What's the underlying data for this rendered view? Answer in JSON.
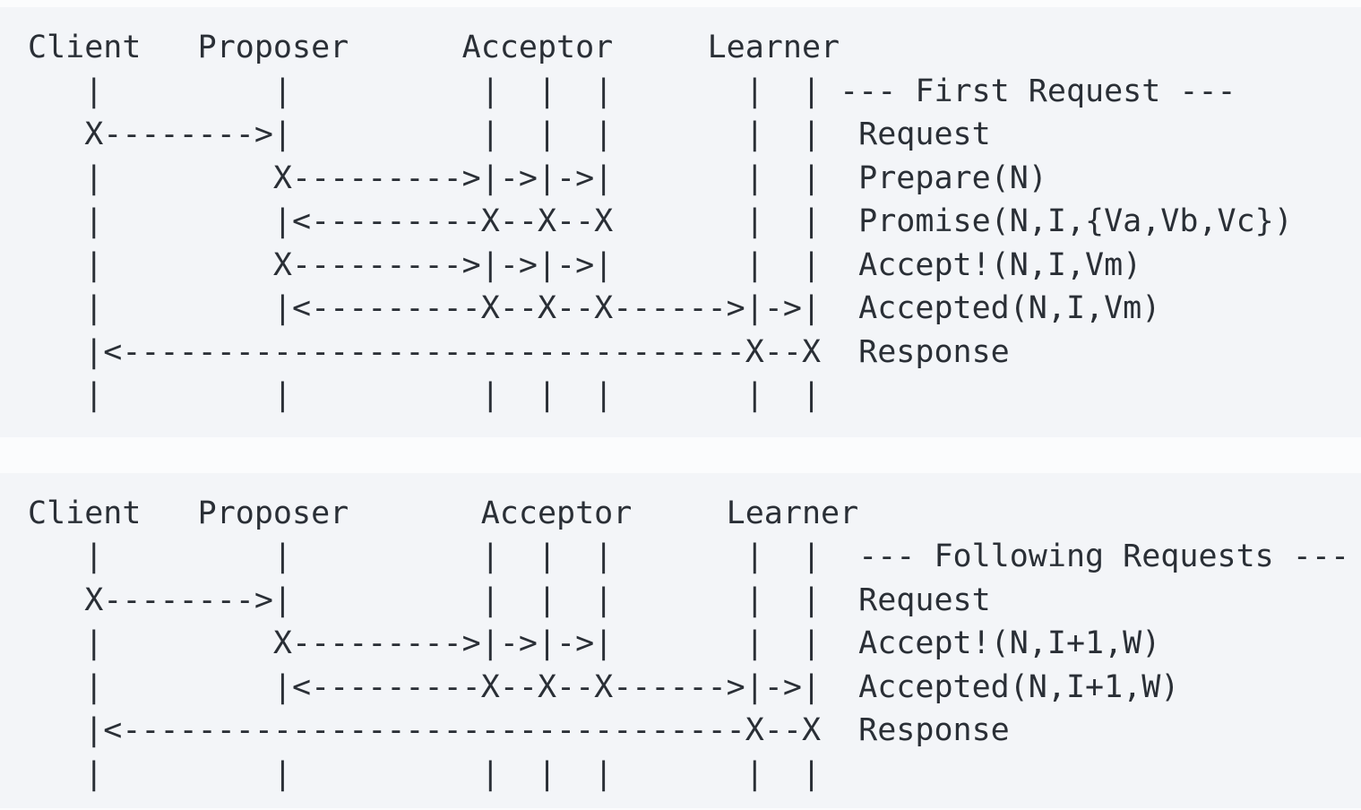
{
  "colors": {
    "page_background": "#fbfcfd",
    "block_background": "#f3f5f8",
    "text": "#2a2f36"
  },
  "diagrams": [
    {
      "id": "first-request",
      "section_label": "--- First Request ---",
      "participants": [
        "Client",
        "Proposer",
        "Acceptor",
        "Learner"
      ],
      "acceptor_lifelines": 3,
      "learner_lifelines": 2,
      "messages": [
        "Request",
        "Prepare(N)",
        "Promise(N,I,{Va,Vb,Vc})",
        "Accept!(N,I,Vm)",
        "Accepted(N,I,Vm)",
        "Response"
      ],
      "ascii": "Client   Proposer      Acceptor     Learner\n   |         |          |  |  |       |  | --- First Request ---\n   X-------->|          |  |  |       |  |  Request\n   |         X--------->|->|->|       |  |  Prepare(N)\n   |         |<---------X--X--X       |  |  Promise(N,I,{Va,Vb,Vc})\n   |         X--------->|->|->|       |  |  Accept!(N,I,Vm)\n   |         |<---------X--X--X------>|->|  Accepted(N,I,Vm)\n   |<---------------------------------X--X  Response\n   |         |          |  |  |       |  |"
    },
    {
      "id": "following-requests",
      "section_label": "--- Following Requests ---",
      "participants": [
        "Client",
        "Proposer",
        "Acceptor",
        "Learner"
      ],
      "acceptor_lifelines": 3,
      "learner_lifelines": 2,
      "messages": [
        "Request",
        "Accept!(N,I+1,W)",
        "Accepted(N,I+1,W)",
        "Response"
      ],
      "ascii": "Client   Proposer       Acceptor     Learner\n   |         |          |  |  |       |  |  --- Following Requests ---\n   X-------->|          |  |  |       |  |  Request\n   |         X--------->|->|->|       |  |  Accept!(N,I+1,W)\n   |         |<---------X--X--X------>|->|  Accepted(N,I+1,W)\n   |<---------------------------------X--X  Response\n   |         |          |  |  |       |  |"
    }
  ]
}
